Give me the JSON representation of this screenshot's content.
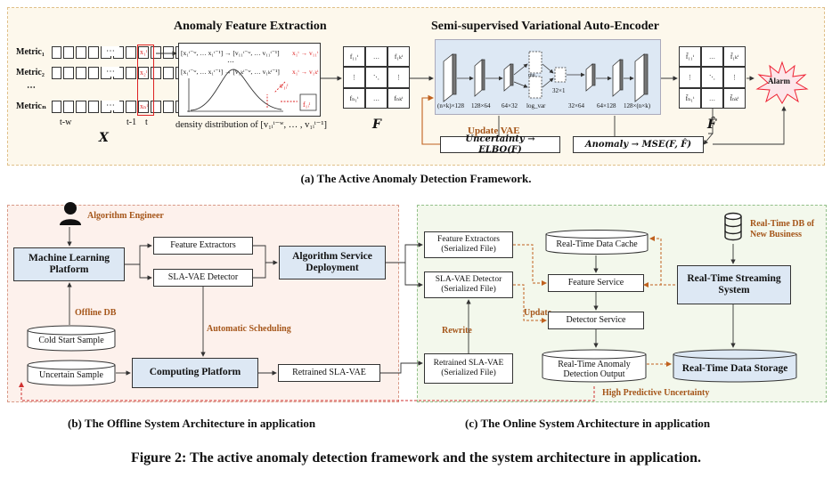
{
  "panel_a": {
    "feature_title": "Anomaly Feature Extraction",
    "vae_title": "Semi-supervised Variational Auto-Encoder",
    "metric_labels": [
      "Metric₁",
      "Metric₂",
      "⋯",
      "Metricₙ"
    ],
    "dots": "⋯",
    "vdots": "⋮",
    "ddots": "⋱",
    "metric_last_cells": [
      "x₁ᵗ",
      "x₂ᵗ",
      "xₙᵗ"
    ],
    "axis_tw": "t-w",
    "axis_t1": "t-1",
    "axis_t": "t",
    "x_label": "X",
    "fe_row1": "[x₁ᵗ⁻ʷ, … x₁ᵗ⁻¹] → [v₁₁ᵗ⁻ʷ, … v₁₁ᵗ⁻¹]",
    "fe_row1_red": "x₁ᵗ → v₁₁ᵗ",
    "fe_row_dots": "⋯",
    "fe_row2": "[x₁ᵗ⁻ʷ, … x₁ᵗ⁻¹] → [v₁ₖᵗ⁻ʷ, … v₁ₖᵗ⁻¹]",
    "fe_row2_red": "x₁ᵗ → v₁ₖᵗ",
    "v_label": "v₁ᵢᵗ",
    "f_label": "f₁ᵢᵗ",
    "density_text": "density distribution of [v₁ᵢᵗ⁻ʷ, … , v₁ᵢᵗ⁻¹]",
    "F_cells": [
      "f₁₁ᵗ",
      "…",
      "f₁ₖᵗ",
      "⋮",
      "⋱",
      "⋮",
      "fₙ₁ᵗ",
      "…",
      "fₙₖᵗ"
    ],
    "F_label": "F",
    "Fhat_cells": [
      "f̂₁₁ᵗ",
      "…",
      "f̂₁ₖᵗ",
      "⋮",
      "⋱",
      "⋮",
      "f̂ₙ₁ᵗ",
      "…",
      "f̂ₙₖᵗ"
    ],
    "Fhat_label": "F̂",
    "layer_labels": [
      "(n×k)×128",
      "128×64",
      "64×32",
      "log_var",
      "32×1",
      "32×64",
      "64×128",
      "128×(n×k)"
    ],
    "mu_label": "mu",
    "alarm": "Alarm",
    "update_vae": "Update VAE",
    "uncertainty_box": "Uncertainty → ELBO(F)",
    "anomaly_box": "Anomaly → MSE(F, F̂)",
    "caption": "(a) The Active Anomaly Detection Framework."
  },
  "panel_b": {
    "algorithm_engineer": "Algorithm Engineer",
    "ml_platform": "Machine Learning Platform",
    "feature_extractors": "Feature Extractors",
    "sla_vae_detector": "SLA-VAE Detector",
    "algo_service": "Algorithm Service Deployment",
    "offline_db": "Offline DB",
    "cold_start": "Cold Start Sample",
    "automatic_scheduling": "Automatic Scheduling",
    "uncertain_sample": "Uncertain Sample",
    "computing_platform": "Computing Platform",
    "retrained": "Retrained SLA-VAE",
    "caption": "(b) The Offline System Architecture in application"
  },
  "panel_c": {
    "feature_extractors": "Feature Extractors (Serialized File)",
    "sla_vae_detector": "SLA-VAE Detector (Serialized File)",
    "rewrite": "Rewrite",
    "retrained": "Retrained SLA-VAE (Serialized File)",
    "data_cache": "Real-Time Data Cache",
    "feature_service": "Feature Service",
    "update": "Update",
    "detector_service": "Detector Service",
    "detection_output": "Real-Time Anomaly Detection Output",
    "realtime_db": "Real-Time DB of New Business",
    "streaming": "Real-Time Streaming System",
    "storage": "Real-Time Data Storage",
    "high_uncertainty": "High Predictive Uncertainty",
    "caption": "(c) The Online System Architecture in application"
  },
  "figure_caption": "Figure 2: The active anomaly detection framework and the system architecture in application.",
  "colors": {
    "accent_orange": "#c0611e",
    "red_dashed": "#d03030",
    "blue_box": "#dde8f4"
  }
}
